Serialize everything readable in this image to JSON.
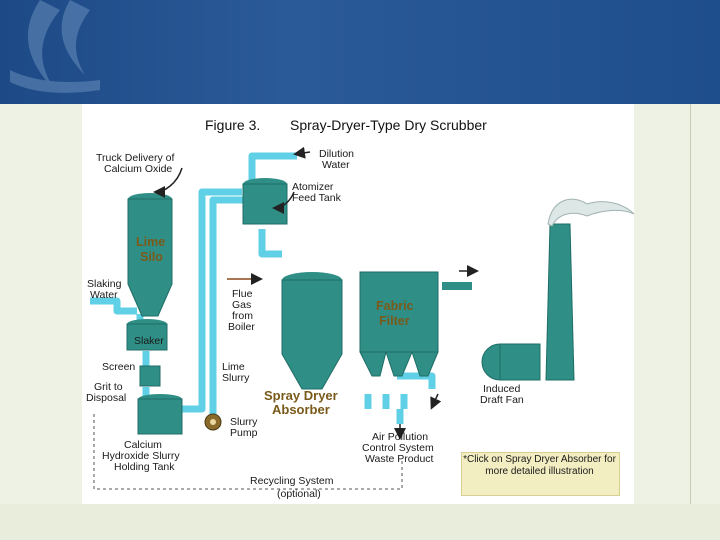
{
  "figure": {
    "number": "Figure 3.",
    "title": "Spray-Dryer-Type Dry Scrubber"
  },
  "labels": {
    "truck_delivery": [
      "Truck Delivery of",
      "Calcium Oxide"
    ],
    "dilution_water": [
      "Dilution",
      "Water"
    ],
    "atomizer_feed_tank": [
      "Atomizer",
      "Feed Tank"
    ],
    "lime_silo": [
      "Lime",
      "Silo"
    ],
    "slaking_water": [
      "Slaking",
      "Water"
    ],
    "flue_gas": [
      "Flue",
      "Gas",
      "from",
      "Boiler"
    ],
    "fabric_filter": [
      "Fabric",
      "Filter"
    ],
    "slaker": "Slaker",
    "screen": "Screen",
    "grit_to_disposal": [
      "Grit to",
      "Disposal"
    ],
    "lime_slurry": [
      "Lime",
      "Slurry"
    ],
    "spray_dryer_absorber": [
      "Spray Dryer",
      "Absorber"
    ],
    "induced_draft_fan": [
      "Induced",
      "Draft Fan"
    ],
    "slurry_pump": [
      "Slurry",
      "Pump"
    ],
    "holding_tank": [
      "Calcium",
      "Hydroxide Slurry",
      "Holding Tank"
    ],
    "air_pollution_product": [
      "Air Pollution",
      "Control System",
      "Waste Product"
    ],
    "recycling_system": "Recycling System",
    "optional": "(optional)"
  },
  "note": "*Click on Spray Dryer Absorber for more detailed illustration",
  "colors": {
    "equipment": "#2f8f86",
    "pipe": "#5fd0e6",
    "label_brown": "#7a5a1a",
    "banner": "#24528f"
  }
}
